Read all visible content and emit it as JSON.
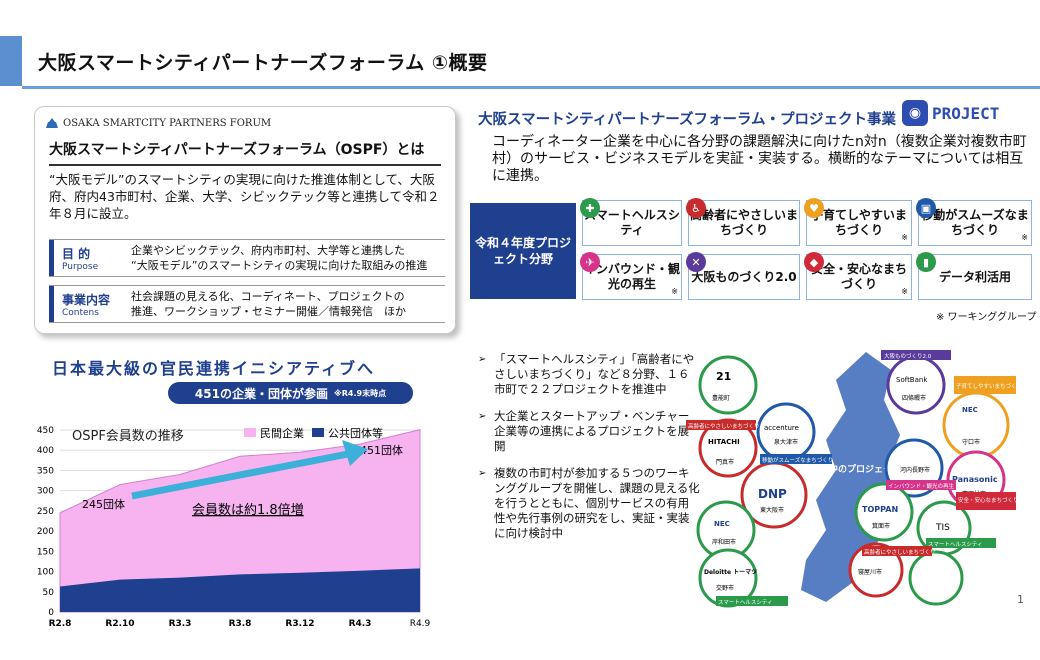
{
  "title": "大阪スマートシティパートナーズフォーラム ①概要",
  "left_card": {
    "logo": "OSAKA SMARTCITY PARTNERS FORUM",
    "heading": "大阪スマートシティパートナーズフォーラム（OSPF）とは",
    "desc": "“大阪モデル”のスマートシティの実現に向けた推進体制として、大阪府、府内43市町村、企業、大学、シビックテック等と連携して令和２年８月に設立。",
    "purpose_label": "目 的",
    "purpose_en": "Purpose",
    "purpose_text_1": "企業やシビックテック、府内市町村、大学等と連携した",
    "purpose_text_2": "“大阪モデル”のスマートシティの実現に向けた取組みの推進",
    "content_label": "事業内容",
    "content_en": "Contens",
    "content_text_1": "社会課題の見える化、コーディネート、プロジェクトの",
    "content_text_2": "推進、ワークショップ・セミナー開催／情報発信　ほか"
  },
  "project": {
    "title": "大阪スマートシティパートナーズフォーラム・プロジェクト事業",
    "badge": "PROJECT",
    "desc": "コーディネーター企業を中心に各分野の課題解決に向けたn対n（複数企業対複数市町村）のサービス・ビジネスモデルを実証・実装する。横断的なテーマについては相互に連携。",
    "field_label": "令和４年度プロジェクト分野",
    "fields": [
      {
        "label": "スマートヘルスシティ",
        "note": ""
      },
      {
        "label": "高齢者にやさしいまちづくり",
        "note": ""
      },
      {
        "label": "子育てしやすいまちづくり",
        "note": "※"
      },
      {
        "label": "移動がスムーズなまちづくり",
        "note": "※"
      },
      {
        "label": "インバウンド・観光の再生",
        "note": "※"
      },
      {
        "label": "大阪ものづくり2.0",
        "note": ""
      },
      {
        "label": "安全・安心なまちづくり",
        "note": "※"
      },
      {
        "label": "データ利活用",
        "note": ""
      }
    ],
    "wg_note": "※ ワーキンググループ"
  },
  "headline": "日本最大級の官民連携イニシアティブへ",
  "count_badge": "451の企業・団体が参画",
  "count_note": "※R4.9末時点",
  "chart_data": {
    "type": "area",
    "title": "OSPF会員数の推移",
    "categories": [
      "R2.8",
      "R2.10",
      "R3.3",
      "R3.8",
      "R3.12",
      "R4.3",
      "R4.9"
    ],
    "series": [
      {
        "name": "民間企業",
        "values": [
          245,
          315,
          340,
          385,
          395,
          415,
          451
        ]
      },
      {
        "name": "公共団体等",
        "values": [
          63,
          80,
          85,
          93,
          97,
          102,
          108
        ]
      }
    ],
    "ylim": [
      0,
      450
    ],
    "yticks": [
      0,
      50,
      100,
      150,
      200,
      250,
      300,
      350,
      400,
      450
    ],
    "annotations": {
      "start": "245団体",
      "end": "451団体",
      "growth": "会員数は約1.8倍増"
    }
  },
  "bullets": [
    "「スマートヘルスシティ」「高齢者にやさしいまちづくり」など８分野、１６市町で２２プロジェクトを推進中",
    "大企業とスタートアップ・ベンチャー企業等の連携によるプロジェクトを展開",
    "複数の市町村が参加する５つのワーキンググループを開催し、課題の見える化を行うとともに、個別サービスの有用性や先行事例の研究をし、実証・実装に向け検討中"
  ],
  "map": {
    "center_label": "進行中のプロジェクト",
    "companies": [
      "21",
      "SoftBank",
      "accenture",
      "NEC",
      "HITACHI",
      "DNP",
      "Panasonic",
      "TOPPAN",
      "TIS",
      "NEC",
      "Deloitte トーマツ"
    ],
    "cities": [
      "豊能町",
      "四條畷市",
      "泉大津市",
      "守口市",
      "門真市",
      "東大阪市",
      "河内長野市",
      "富田林市",
      "箕面市",
      "岸和田市",
      "交野市",
      "寝屋川市"
    ],
    "tags": [
      "大阪ものづくり2.0",
      "子育てしやすいまちづくり",
      "高齢者にやさしいまちづくり",
      "移動がスムーズなまちづくり",
      "インバウンド・観光の再生",
      "安全・安心なまちづくり",
      "スマートヘルスシティ",
      "高齢者にやさしいまちづくり",
      "スマートヘルスシティ"
    ]
  },
  "page_num": "1",
  "colors": {
    "accent": "#1f3f8f",
    "private_area": "#f6b3f0",
    "public_area": "#1f3f8f",
    "arrow": "#3cb0d8"
  }
}
